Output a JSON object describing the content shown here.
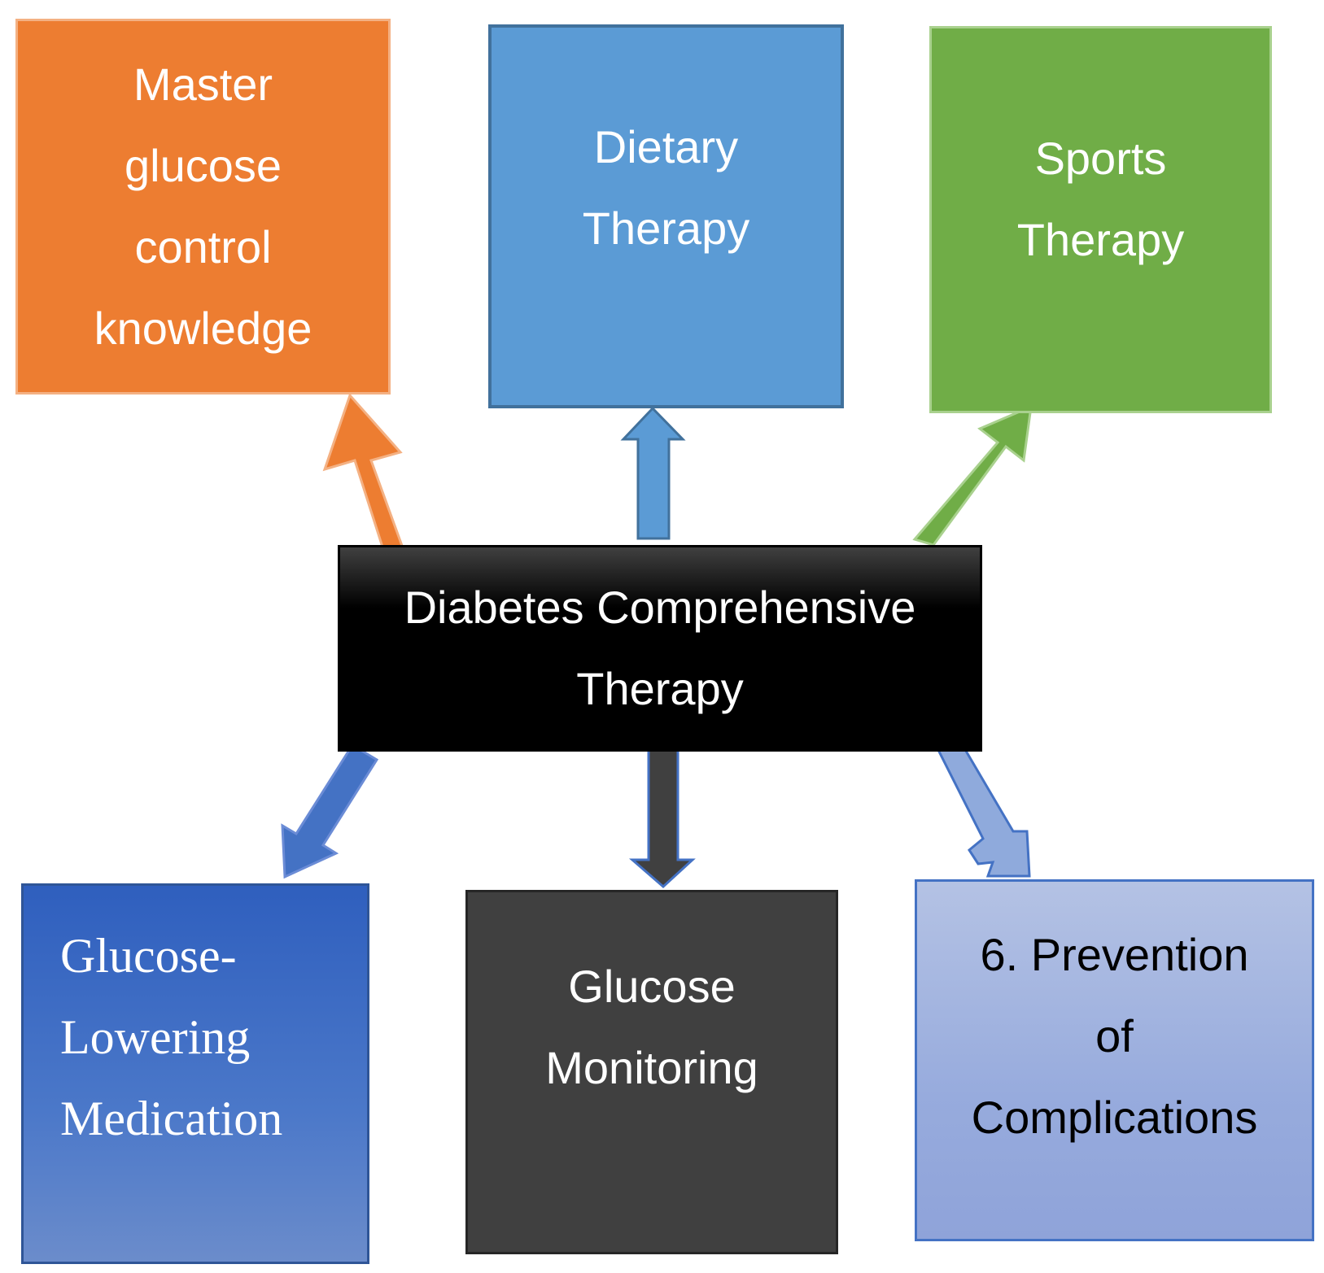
{
  "center": {
    "lines": [
      "Diabetes Comprehensive",
      "Therapy"
    ]
  },
  "boxes": {
    "knowledge": {
      "lines": [
        "Master",
        "glucose",
        "control",
        "knowledge"
      ]
    },
    "diet": {
      "lines": [
        "Dietary",
        "Therapy"
      ]
    },
    "sports": {
      "lines": [
        "Sports",
        "Therapy"
      ]
    },
    "medication": {
      "lines": [
        "Glucose-",
        "Lowering",
        "Medication"
      ]
    },
    "monitoring": {
      "lines": [
        "Glucose",
        "Monitoring"
      ]
    },
    "prevention": {
      "lines": [
        "6. Prevention",
        "of",
        "Complications"
      ]
    }
  },
  "colors": {
    "knowledge": "#ED7D31",
    "diet": "#5B9BD5",
    "sports": "#70AD47",
    "center": "#000000",
    "medication": "#4472C4",
    "monitoring": "#404040",
    "prevention": "#8FAADC"
  }
}
